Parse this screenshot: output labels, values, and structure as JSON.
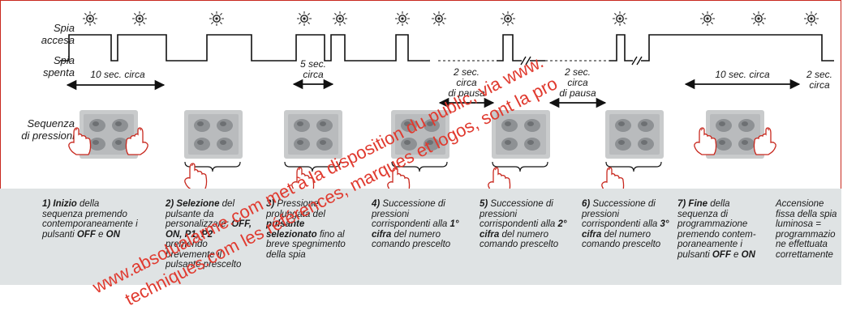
{
  "labels": {
    "spia_accesa": [
      "Spia",
      "accesa"
    ],
    "spia_spenta": [
      "Spia",
      "spenta"
    ],
    "sequenza": [
      "Sequenza",
      "di pressioni"
    ]
  },
  "durations": {
    "d1": "10 sec. circa",
    "d2": [
      "5 sec.",
      "circa"
    ],
    "d3": [
      "2 sec.",
      "circa",
      "di pausa"
    ],
    "d4": [
      "2 sec.",
      "circa",
      "di pausa"
    ],
    "d5": "10 sec. circa",
    "d6": [
      "2 sec.",
      "circa"
    ]
  },
  "steps": [
    {
      "id": "s1",
      "parts": [
        [
          "b",
          "1) Inizio"
        ],
        [
          "t",
          " della sequenza premendo contemporaneamente i pulsanti "
        ],
        [
          "b",
          "OFF"
        ],
        [
          "t",
          " e "
        ],
        [
          "b",
          "ON"
        ]
      ]
    },
    {
      "id": "s2",
      "parts": [
        [
          "b",
          "2) Selezione"
        ],
        [
          "t",
          " del pulsante da personalizzare: "
        ],
        [
          "b",
          "OFF, ON, P1, P2"
        ],
        [
          "t",
          " premendo brevemente il pulsante prescelto"
        ]
      ]
    },
    {
      "id": "s3",
      "parts": [
        [
          "b",
          "3)"
        ],
        [
          "t",
          " Pressione prolungata del "
        ],
        [
          "b",
          "pulsante selezionato"
        ],
        [
          "t",
          " fino al breve spegnimento della spia"
        ]
      ]
    },
    {
      "id": "s4",
      "parts": [
        [
          "b",
          "4)"
        ],
        [
          "t",
          " Successione di pressioni corrispondenti alla "
        ],
        [
          "b",
          "1° cifra"
        ],
        [
          "t",
          " del numero comando prescelto"
        ]
      ]
    },
    {
      "id": "s5",
      "parts": [
        [
          "b",
          "5)"
        ],
        [
          "t",
          " Successione di pressioni corrispondenti alla "
        ],
        [
          "b",
          "2° cifra"
        ],
        [
          "t",
          " del numero comando prescelto"
        ]
      ]
    },
    {
      "id": "s6",
      "parts": [
        [
          "b",
          "6)"
        ],
        [
          "t",
          " Successione di pressioni corrispondenti alla "
        ],
        [
          "b",
          "3° cifra"
        ],
        [
          "t",
          " del numero comando prescelto"
        ]
      ]
    },
    {
      "id": "s7",
      "parts": [
        [
          "b",
          "7) Fine"
        ],
        [
          "t",
          " della sequenza di programmazione premendo contem-poraneamente i pulsanti "
        ],
        [
          "b",
          "OFF"
        ],
        [
          "t",
          " e "
        ],
        [
          "b",
          "ON"
        ]
      ]
    },
    {
      "id": "s8",
      "parts": [
        [
          "t",
          "Accensione fissa della spia luminosa = programmazio ne effettuata correttamente"
        ]
      ]
    }
  ],
  "watermark": [
    "www.absolualarme.com met à la disposition du public, via www.",
    "techniques.com les références, marques et logos, sont la pro"
  ],
  "colors": {
    "accent": "#c8281e",
    "band": "#dfe3e4",
    "watermark": "#e03a2f"
  }
}
